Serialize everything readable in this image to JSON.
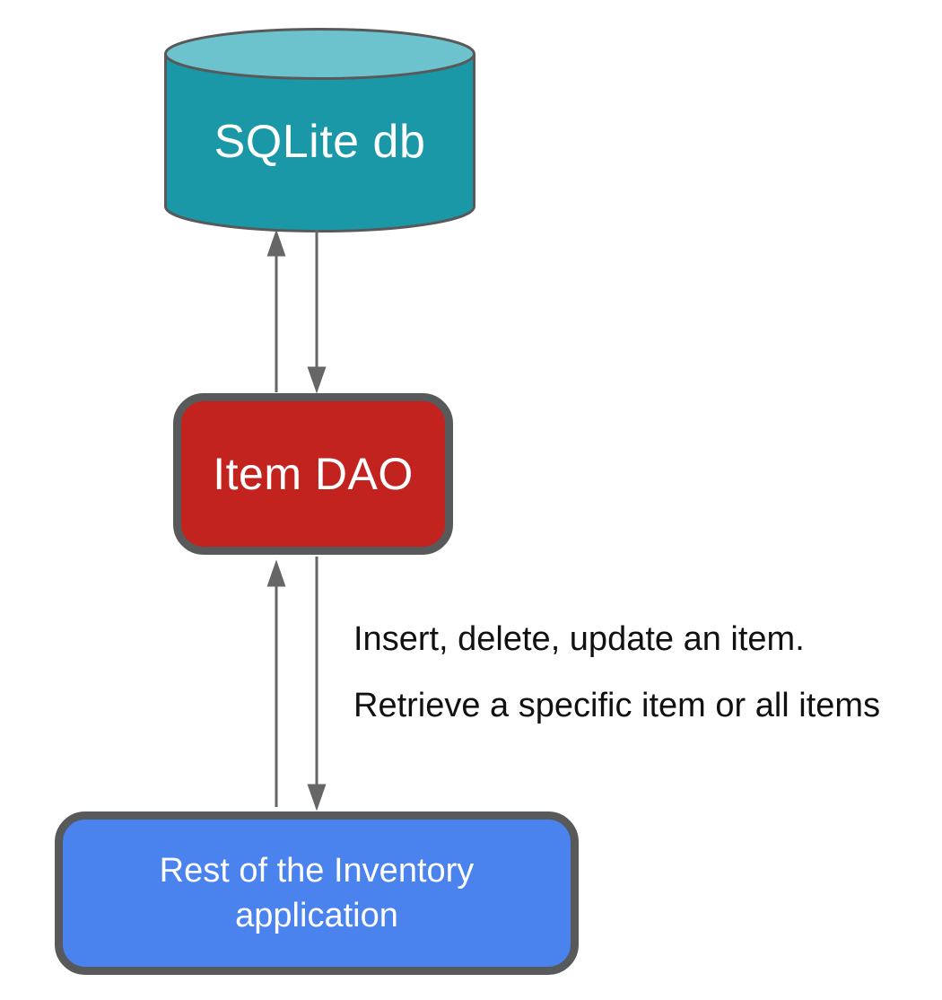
{
  "nodes": {
    "database": {
      "label": "SQLite db",
      "shape": "cylinder",
      "body_fill": "#1A98A8",
      "top_fill": "#6CC3CD",
      "stroke": "#595959",
      "text_color": "#FFFFFF"
    },
    "dao": {
      "label": "Item DAO",
      "shape": "rounded-rectangle",
      "fill": "#C2231E",
      "border_color": "#58595B",
      "text_color": "#FFFFFF"
    },
    "app": {
      "label": "Rest of the Inventory application",
      "shape": "rounded-rectangle",
      "fill": "#4A83EE",
      "border_color": "#58595B",
      "text_color": "#FFFFFF"
    }
  },
  "note": {
    "line1": "Insert, delete, update an item.",
    "line2": "Retrieve a specific item or all items",
    "text_color": "#111111"
  },
  "arrows": {
    "color": "#666667",
    "edges": [
      {
        "from": "Item DAO",
        "to": "SQLite db",
        "bidirectional": true
      },
      {
        "from": "Rest of the Inventory application",
        "to": "Item DAO",
        "bidirectional": true
      }
    ]
  }
}
